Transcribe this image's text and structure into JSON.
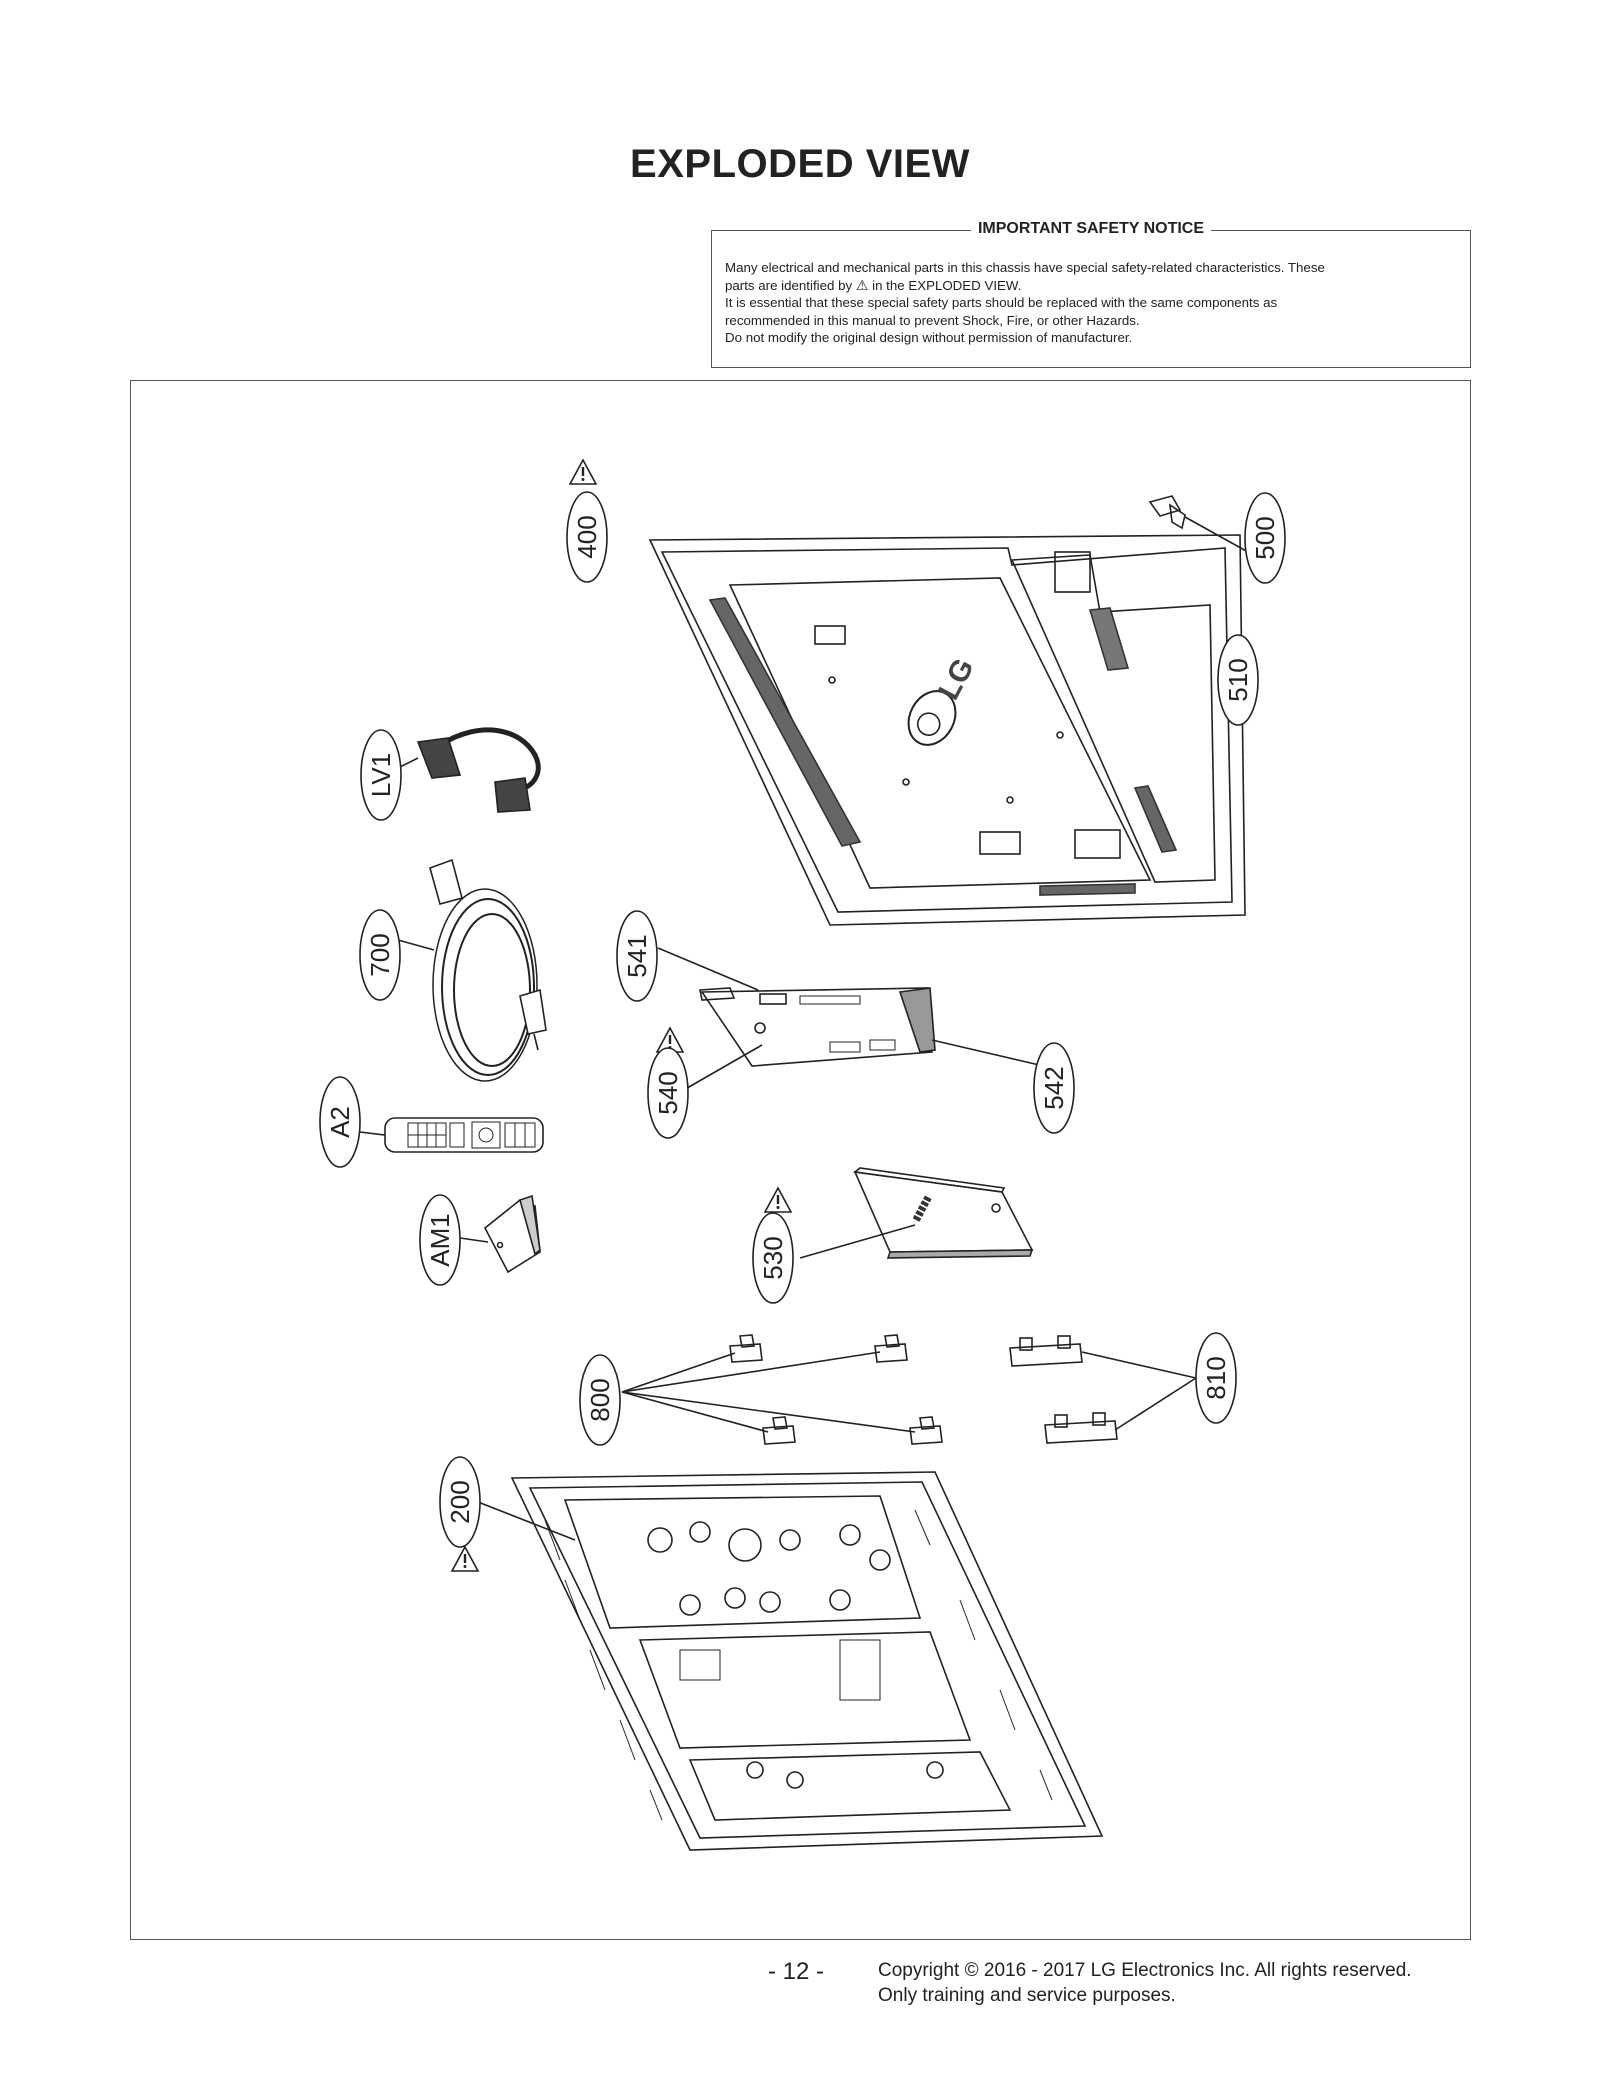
{
  "page": {
    "title": "EXPLODED VIEW",
    "page_number": "- 12 -",
    "copyright_line1": "Copyright © 2016 - 2017 LG Electronics Inc. All rights reserved.",
    "copyright_line2": "Only training and service purposes."
  },
  "notice": {
    "title": "IMPORTANT SAFETY NOTICE",
    "line1": "Many electrical and mechanical parts in this chassis have special safety-related characteristics. These",
    "line2a": "parts are identified by",
    "line2b": "in the EXPLODED VIEW.",
    "line3": "It is essential that these special safety parts should be replaced with the same components as",
    "line4": "recommended in this manual to prevent Shock, Fire, or other Hazards.",
    "line5": "Do not modify the original design without permission of manufacturer."
  },
  "diagram": {
    "logo_text": "LG",
    "part_labels": {
      "p400": "400",
      "p500": "500",
      "p510": "510",
      "lv1": "LV1",
      "p700": "700",
      "p541": "541",
      "p540": "540",
      "p542": "542",
      "a2": "A2",
      "am1": "AM1",
      "p530": "530",
      "p800": "800",
      "p810": "810",
      "p200": "200"
    }
  }
}
